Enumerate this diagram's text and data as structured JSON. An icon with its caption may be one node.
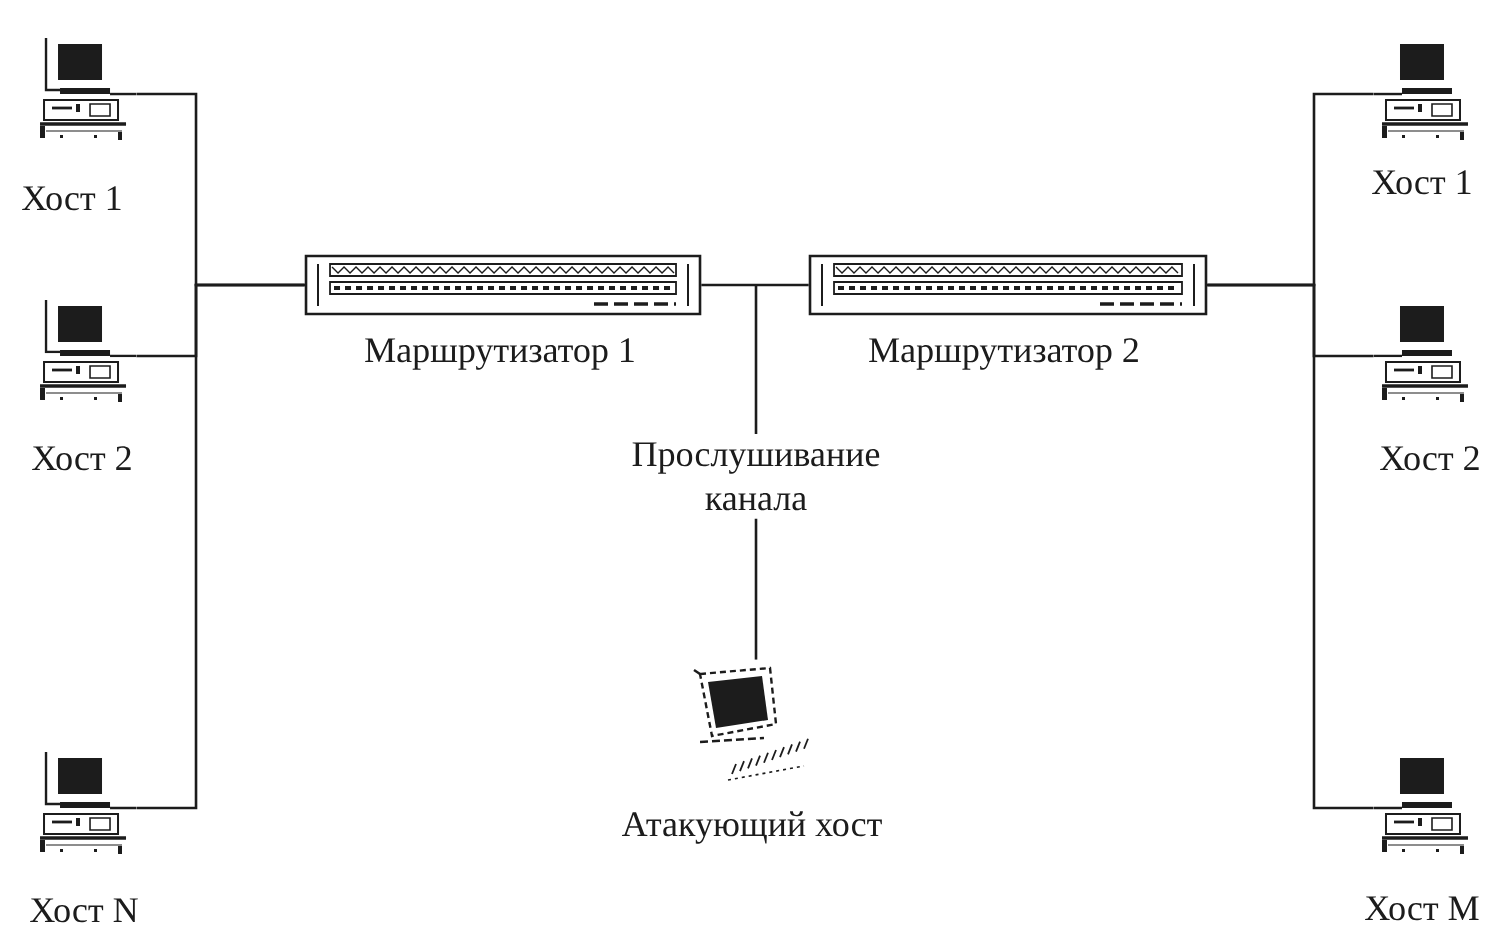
{
  "diagram": {
    "nodes": [
      {
        "text": [
          "Хост 1"
        ]
      },
      {
        "text": [
          "Хост 2"
        ]
      },
      {
        "text": [
          "Хост N"
        ]
      },
      {
        "text": [
          "Маршрутизатор 1"
        ]
      },
      {
        "text": [
          "Маршрутизатор 2"
        ]
      },
      {
        "text": [
          "Прослушивание канала"
        ]
      },
      {
        "text": [
          "Атакующий хост"
        ]
      },
      {
        "text": [
          "Хост 1"
        ]
      },
      {
        "text": [
          "Хост 2"
        ]
      },
      {
        "text": [
          "Хост M"
        ]
      }
    ],
    "edges": [
      {
        "from": 0,
        "to": 3,
        "arrow": "none"
      },
      {
        "from": 1,
        "to": 3,
        "arrow": "none"
      },
      {
        "from": 2,
        "to": 3,
        "arrow": "none"
      },
      {
        "from": 3,
        "to": 4,
        "arrow": "none"
      },
      {
        "from": null,
        "to": 5,
        "arrow": "none"
      },
      {
        "from": 5,
        "to": 6,
        "arrow": "none"
      },
      {
        "from": 4,
        "to": 7,
        "arrow": "none"
      },
      {
        "from": 4,
        "to": 8,
        "arrow": "none"
      },
      {
        "from": 4,
        "to": 9,
        "arrow": "none"
      }
    ]
  }
}
